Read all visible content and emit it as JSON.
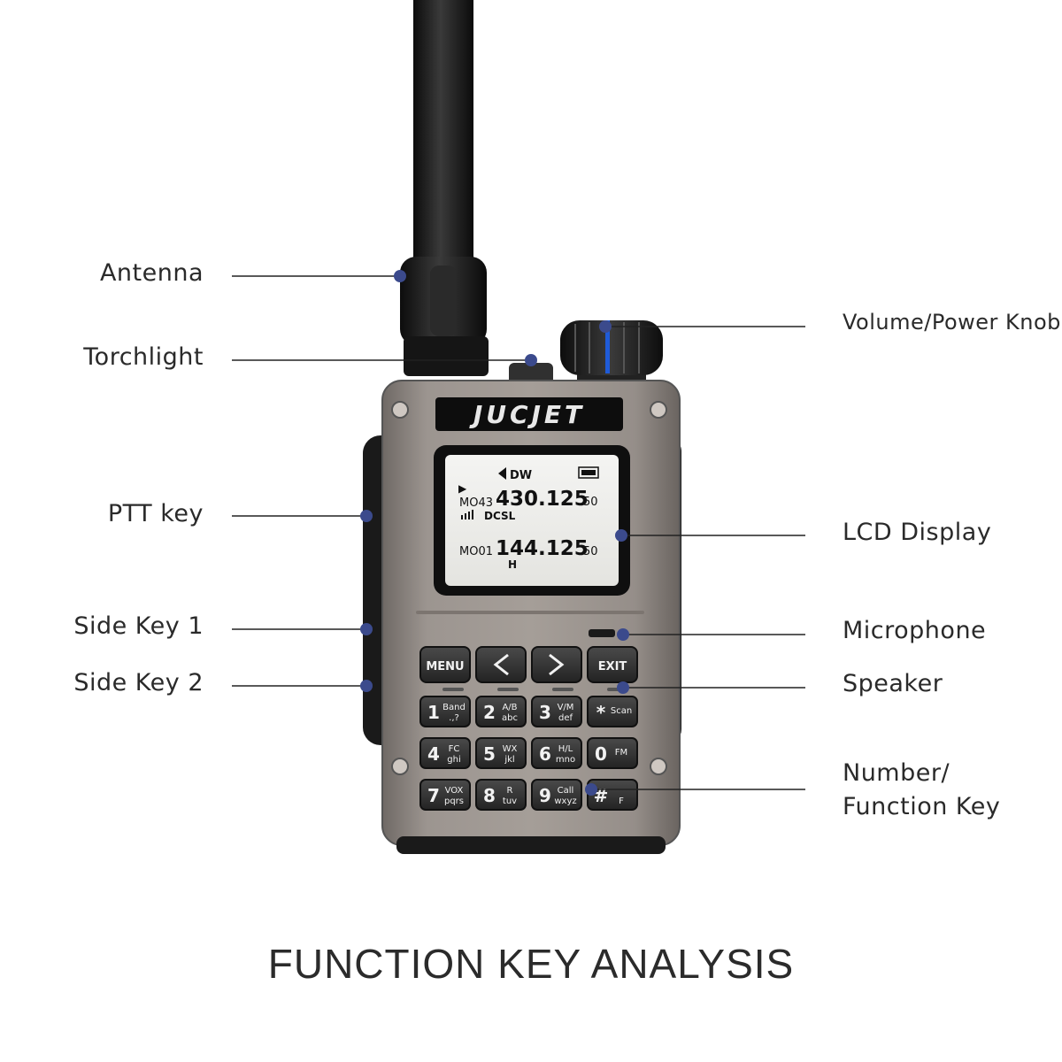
{
  "brand": "JUCJET",
  "callouts_left": [
    {
      "id": "antenna",
      "text": "Antenna"
    },
    {
      "id": "torchlight",
      "text": "Torchlight"
    },
    {
      "id": "ptt",
      "text": "PTT key"
    },
    {
      "id": "side1",
      "text": "Side Key 1"
    },
    {
      "id": "side2",
      "text": "Side Key 2"
    }
  ],
  "callouts_right": [
    {
      "id": "knob",
      "text": "Volume/Power Knob"
    },
    {
      "id": "lcd",
      "text": "LCD Display"
    },
    {
      "id": "mic",
      "text": "Microphone"
    },
    {
      "id": "speaker",
      "text": "Speaker"
    },
    {
      "id": "numkey_line1",
      "text": "Number/"
    },
    {
      "id": "numkey_line2",
      "text": "Function Key"
    }
  ],
  "lcd": {
    "mode": "DW",
    "arrow": "▶",
    "ch_a": "MO43",
    "freq_a": "430.125",
    "step_a": "50",
    "sig_a": "DCSL",
    "ch_b": "MO01",
    "freq_b": "144.125",
    "step_b": "50",
    "power_b": "H"
  },
  "keys": {
    "menu": "MENU",
    "exit": "EXIT",
    "left": "<",
    "right": ">",
    "k1": {
      "num": "1",
      "top": "Band",
      "bot": ".,?"
    },
    "k2": {
      "num": "2",
      "top": "A/B",
      "bot": "abc"
    },
    "k3": {
      "num": "3",
      "top": "V/M",
      "bot": "def"
    },
    "kstar": {
      "num": "*",
      "top": "Scan",
      "bot": ""
    },
    "k4": {
      "num": "4",
      "top": "FC",
      "bot": "ghi"
    },
    "k5": {
      "num": "5",
      "top": "WX",
      "bot": "jkl"
    },
    "k6": {
      "num": "6",
      "top": "H/L",
      "bot": "mno"
    },
    "k0": {
      "num": "0",
      "top": "FM",
      "bot": ""
    },
    "k7": {
      "num": "7",
      "top": "VOX",
      "bot": "pqrs"
    },
    "k8": {
      "num": "8",
      "top": "R",
      "bot": "tuv"
    },
    "k9": {
      "num": "9",
      "top": "Call",
      "bot": "wxyz"
    },
    "khash": {
      "num": "#",
      "top": "",
      "bot": "F"
    }
  },
  "title": "FUNCTION KEY ANALYSIS",
  "colors": {
    "dot": "#3b4a8c",
    "line": "#222222",
    "body": "#8e8782",
    "knob_accent": "#1f5bd8"
  }
}
